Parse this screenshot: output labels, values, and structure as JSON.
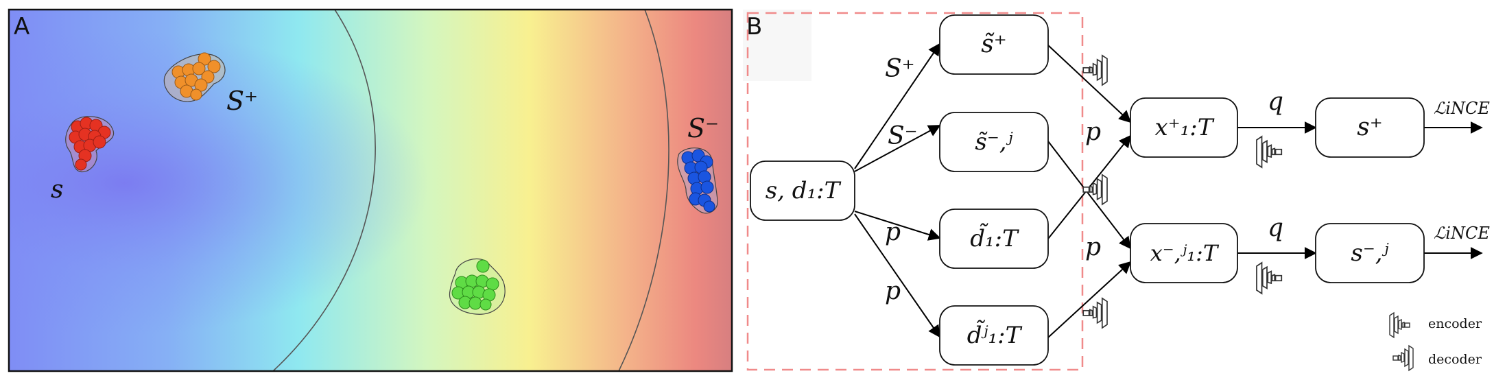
{
  "panel_a": {
    "label": "A",
    "clusters": {
      "s": "s",
      "s_plus": "S⁺",
      "s_minus": "S⁻"
    }
  },
  "panel_b": {
    "label": "B",
    "nodes": {
      "input": "s, d₁:T",
      "s_plus_tilde": "s̃⁺",
      "s_minus_tilde": "s̃⁻,ʲ",
      "d_tilde": "d̃₁:T",
      "d_tilde_j": "d̃ʲ₁:T",
      "x_plus": "x⁺₁:T",
      "x_minus": "x⁻,ʲ₁:T",
      "s_plus_out": "s⁺",
      "s_minus_out": "s⁻,ʲ"
    },
    "edge_labels": {
      "s_plus": "S⁺",
      "s_minus": "S⁻",
      "p1": "p",
      "p2": "p",
      "p3": "p",
      "p4": "p",
      "q1": "q",
      "q2": "q",
      "loss1": "ℒiNCE",
      "loss2": "ℒiNCE"
    },
    "legend": {
      "encoder": "encoder",
      "decoder": "decoder"
    }
  },
  "colors": {
    "red_cluster": "#e53222",
    "orange_cluster": "#f0902a",
    "blue_cluster": "#1a55e0",
    "green_cluster": "#5fdc45",
    "dashed_box": "#f08a8a"
  }
}
